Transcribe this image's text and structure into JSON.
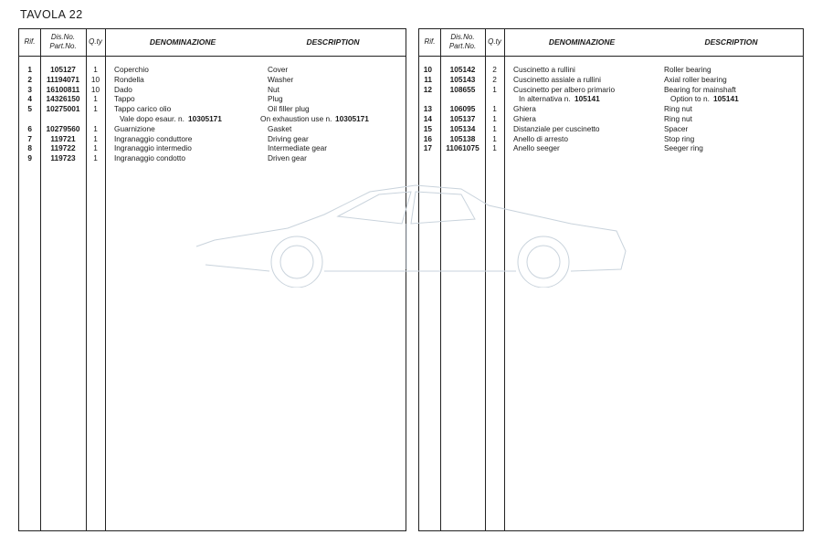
{
  "title": "TAVOLA  22",
  "headers": {
    "rif": "Rif.",
    "dis": "Dis.No.",
    "part": "Part.No.",
    "qty": "Q.ty",
    "denominazione": "DENOMINAZIONE",
    "description": "DESCRIPTION"
  },
  "left_rows": [
    {
      "rif": "1",
      "part": "105127",
      "qty": "1",
      "it": "Coperchio",
      "en": "Cover"
    },
    {
      "rif": "2",
      "part": "11194071",
      "qty": "10",
      "it": "Rondella",
      "en": "Washer"
    },
    {
      "rif": "3",
      "part": "16100811",
      "qty": "10",
      "it": "Dado",
      "en": "Nut"
    },
    {
      "rif": "4",
      "part": "14326150",
      "qty": "1",
      "it": "Tappo",
      "en": "Plug"
    },
    {
      "rif": "5",
      "part": "10275001",
      "qty": "1",
      "it": "Tappo carico olio",
      "en": "Oil filler plug"
    },
    {
      "note": true,
      "it_prefix": "Vale dopo esaur. n.",
      "it_num": "10305171",
      "en_prefix": "On exhaustion use n.",
      "en_num": "10305171"
    },
    {
      "rif": "6",
      "part": "10279560",
      "qty": "1",
      "it": "Guarnizione",
      "en": "Gasket"
    },
    {
      "rif": "7",
      "part": "119721",
      "qty": "1",
      "it": "Ingranaggio conduttore",
      "en": "Driving gear"
    },
    {
      "rif": "8",
      "part": "119722",
      "qty": "1",
      "it": "Ingranaggio intermedio",
      "en": "Intermediate gear"
    },
    {
      "rif": "9",
      "part": "119723",
      "qty": "1",
      "it": "Ingranaggio condotto",
      "en": "Driven gear"
    }
  ],
  "right_rows": [
    {
      "rif": "10",
      "part": "105142",
      "qty": "2",
      "it": "Cuscinetto a rullini",
      "en": "Roller bearing"
    },
    {
      "rif": "11",
      "part": "105143",
      "qty": "2",
      "it": "Cuscinetto assiale a rullini",
      "en": "Axial roller bearing"
    },
    {
      "rif": "12",
      "part": "108655",
      "qty": "1",
      "it": "Cuscinetto per albero primario",
      "en": "Bearing for mainshaft"
    },
    {
      "note": true,
      "it_prefix": "In alternativa n.",
      "it_num": "105141",
      "en_prefix": "Option to n.",
      "en_num": "105141"
    },
    {
      "rif": "13",
      "part": "106095",
      "qty": "1",
      "it": "Ghiera",
      "en": "Ring nut"
    },
    {
      "rif": "14",
      "part": "105137",
      "qty": "1",
      "it": "Ghiera",
      "en": "Ring nut"
    },
    {
      "rif": "15",
      "part": "105134",
      "qty": "1",
      "it": "Distanziale per cuscinetto",
      "en": "Spacer"
    },
    {
      "rif": "16",
      "part": "105138",
      "qty": "1",
      "it": "Anello di arresto",
      "en": "Stop ring"
    },
    {
      "rif": "17",
      "part": "11061075",
      "qty": "1",
      "it": "Anello seeger",
      "en": "Seeger ring"
    }
  ]
}
